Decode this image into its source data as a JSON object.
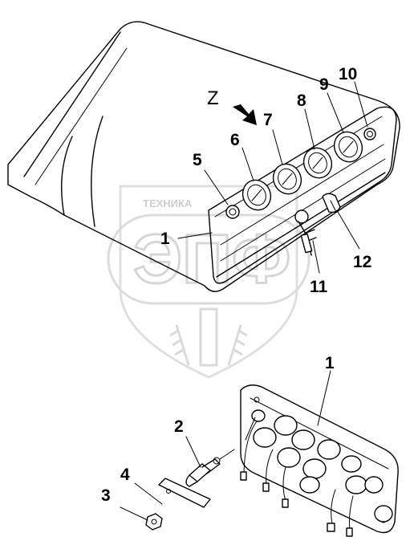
{
  "view_label": "Z",
  "watermark": {
    "word": "ТЕХНИКА",
    "logo": "ЭПФ"
  },
  "callouts": [
    "1",
    "2",
    "3",
    "4",
    "5",
    "6",
    "7",
    "8",
    "9",
    "10",
    "11",
    "12",
    "1"
  ]
}
